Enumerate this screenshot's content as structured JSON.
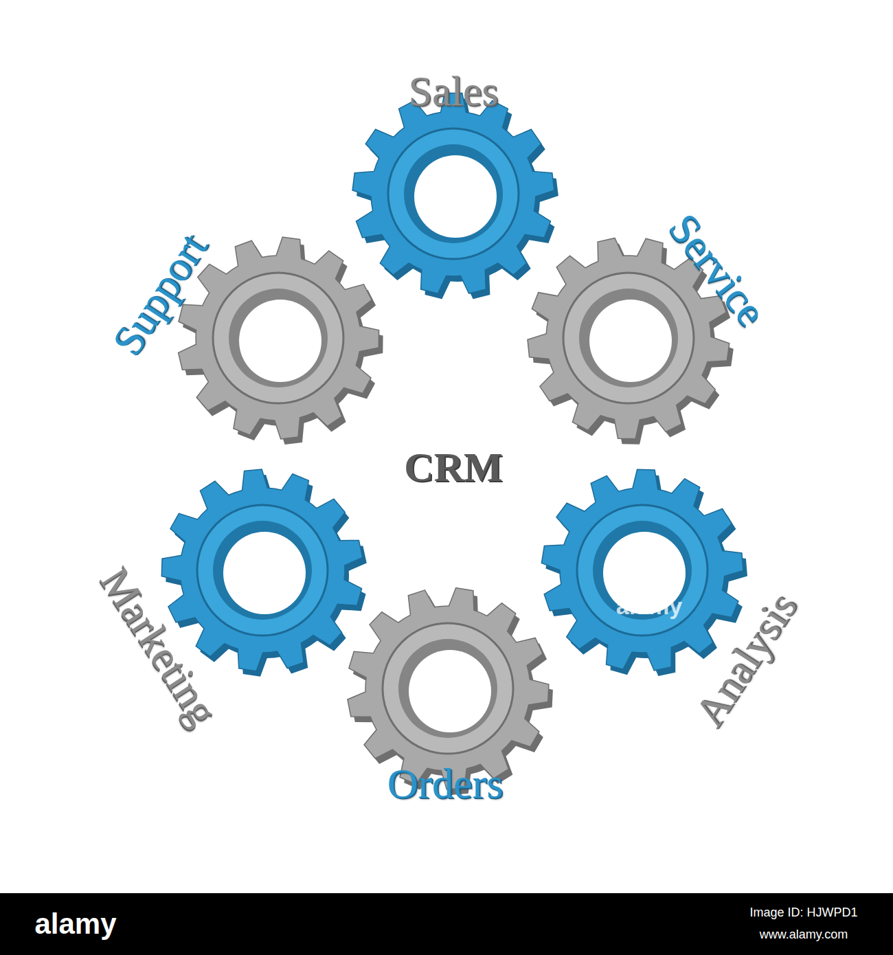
{
  "diagram": {
    "nodes": [
      {
        "text": [
          "Sales"
        ]
      },
      {
        "text": [
          "Support"
        ]
      },
      {
        "text": [
          "Service"
        ]
      },
      {
        "text": [
          "Marketing"
        ]
      },
      {
        "text": [
          "Analysis"
        ]
      },
      {
        "text": [
          "Orders"
        ]
      }
    ],
    "labels": [
      "CRM",
      "alamy",
      "alamy",
      "Image ID: HJWPD1",
      "www.alamy.com"
    ]
  }
}
